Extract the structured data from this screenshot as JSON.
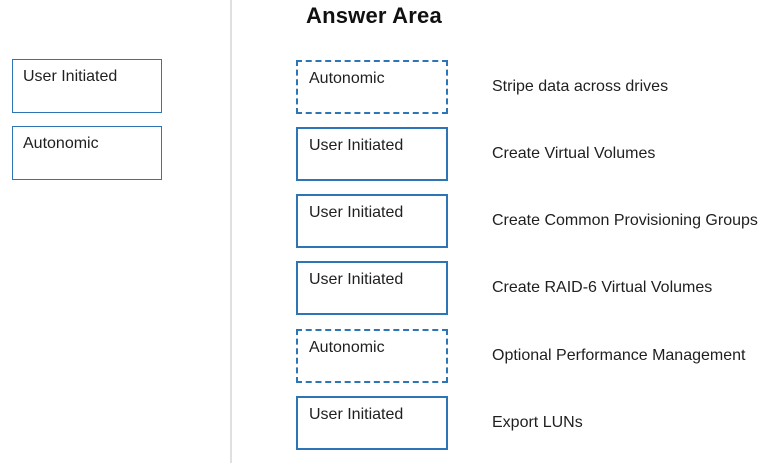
{
  "title": "Answer Area",
  "source_panel": {
    "tokens": [
      {
        "label": "User Initiated"
      },
      {
        "label": "Autonomic"
      }
    ]
  },
  "answer_area": {
    "rows": [
      {
        "value": "Autonomic",
        "label": "Stripe data across drives",
        "border": "dashed"
      },
      {
        "value": "User Initiated",
        "label": "Create Virtual Volumes",
        "border": "solid"
      },
      {
        "value": "User Initiated",
        "label": "Create Common Provisioning Groups",
        "border": "solid"
      },
      {
        "value": "User Initiated",
        "label": "Create RAID-6 Virtual Volumes",
        "border": "solid"
      },
      {
        "value": "Autonomic",
        "label": "Optional Performance Management",
        "border": "dashed"
      },
      {
        "value": "User Initiated",
        "label": "Export LUNs",
        "border": "solid"
      }
    ]
  },
  "colors": {
    "box_border": "#2E75B6",
    "divider": "#e0e0e0",
    "text": "#1f1f1f"
  }
}
